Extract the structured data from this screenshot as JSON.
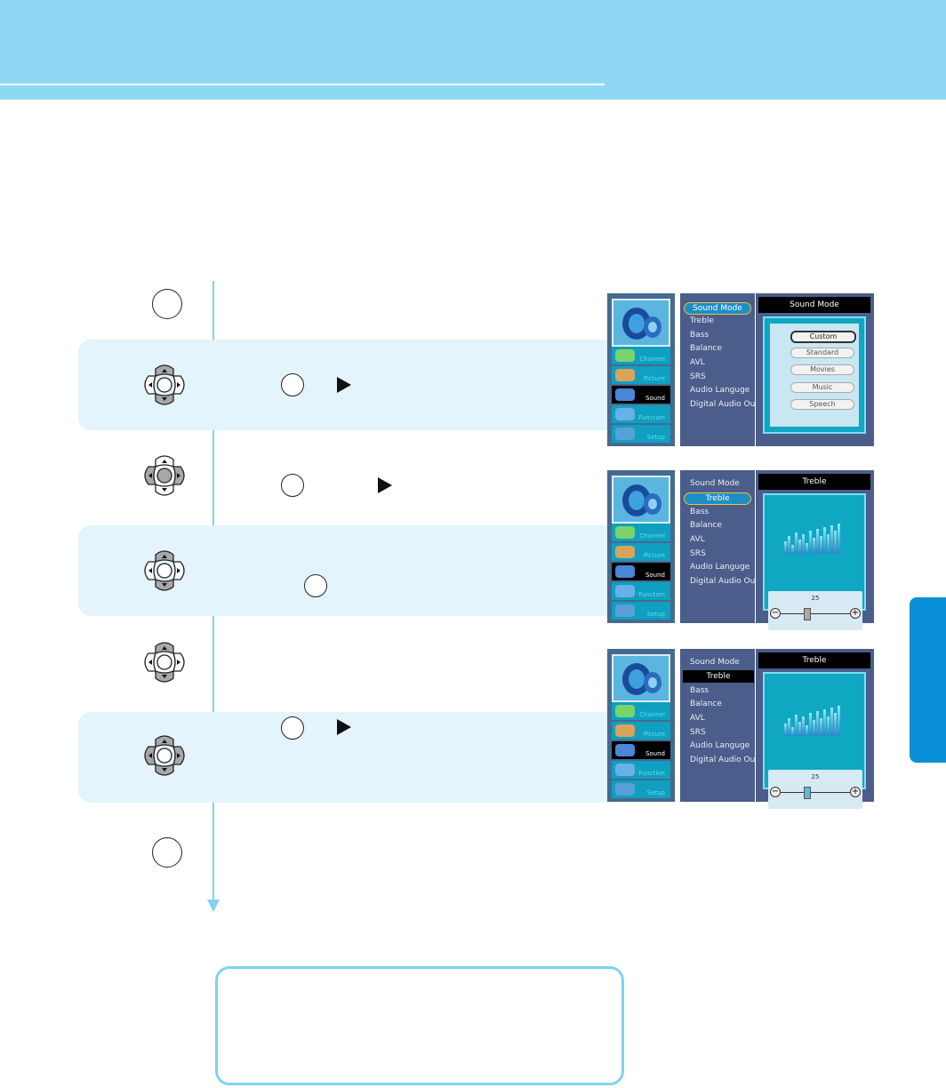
{
  "osd": {
    "categories": [
      "Channel",
      "Picture",
      "Sound",
      "Function",
      "Setup"
    ],
    "menu_items": [
      "Sound Mode",
      "Treble",
      "Bass",
      "Balance",
      "AVL",
      "SRS",
      "Audio Languge",
      "Digital Audio Out"
    ],
    "screen1": {
      "title": "Sound Mode",
      "options": [
        "Custom",
        "Standard",
        "Movies",
        "Music",
        "Speech"
      ]
    },
    "screen2": {
      "title": "Treble",
      "slider_value": "25"
    },
    "screen3": {
      "title": "Treble",
      "slider_value": "25"
    }
  },
  "colors": {
    "header": "#8fd8f4",
    "band": "#e3f4fc",
    "side_tab": "#0a8fd6",
    "flow_line": "#7fd2f2"
  }
}
